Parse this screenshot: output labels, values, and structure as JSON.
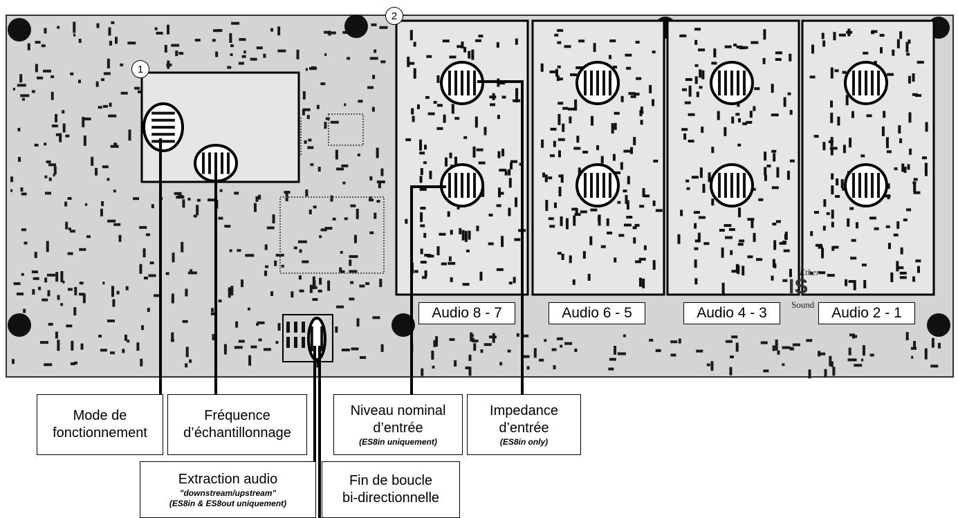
{
  "markers": [
    "1",
    "2"
  ],
  "modules": [
    "Audio 8 - 7",
    "Audio 6 - 5",
    "Audio 4 - 3",
    "Audio 2 - 1"
  ],
  "logo": {
    "top": "Ether",
    "main": "IS",
    "bottom": "Sound"
  },
  "labels": {
    "mode": {
      "line1": "Mode de",
      "line2": "fonctionnement"
    },
    "freq": {
      "line1": "Fréquence",
      "line2": "d’échantillonnage"
    },
    "niveau": {
      "line1": "Niveau nominal",
      "line2": "d’entrée",
      "note": "(ES8in uniquement)"
    },
    "impedance": {
      "line1": "Impedance",
      "line2": "d’entrée",
      "note": "(ES8in only)"
    },
    "extraction": {
      "line1": "Extraction audio",
      "note1": "\"downstream/upstream\"",
      "note2": "(ES8in & ES8out uniquement)"
    },
    "fin": {
      "line1": "Fin de boucle",
      "line2": "bi-directionnelle"
    }
  },
  "colors": {
    "board": "#d4d4d4",
    "module": "#e6e6e6",
    "ink": "#000000"
  }
}
